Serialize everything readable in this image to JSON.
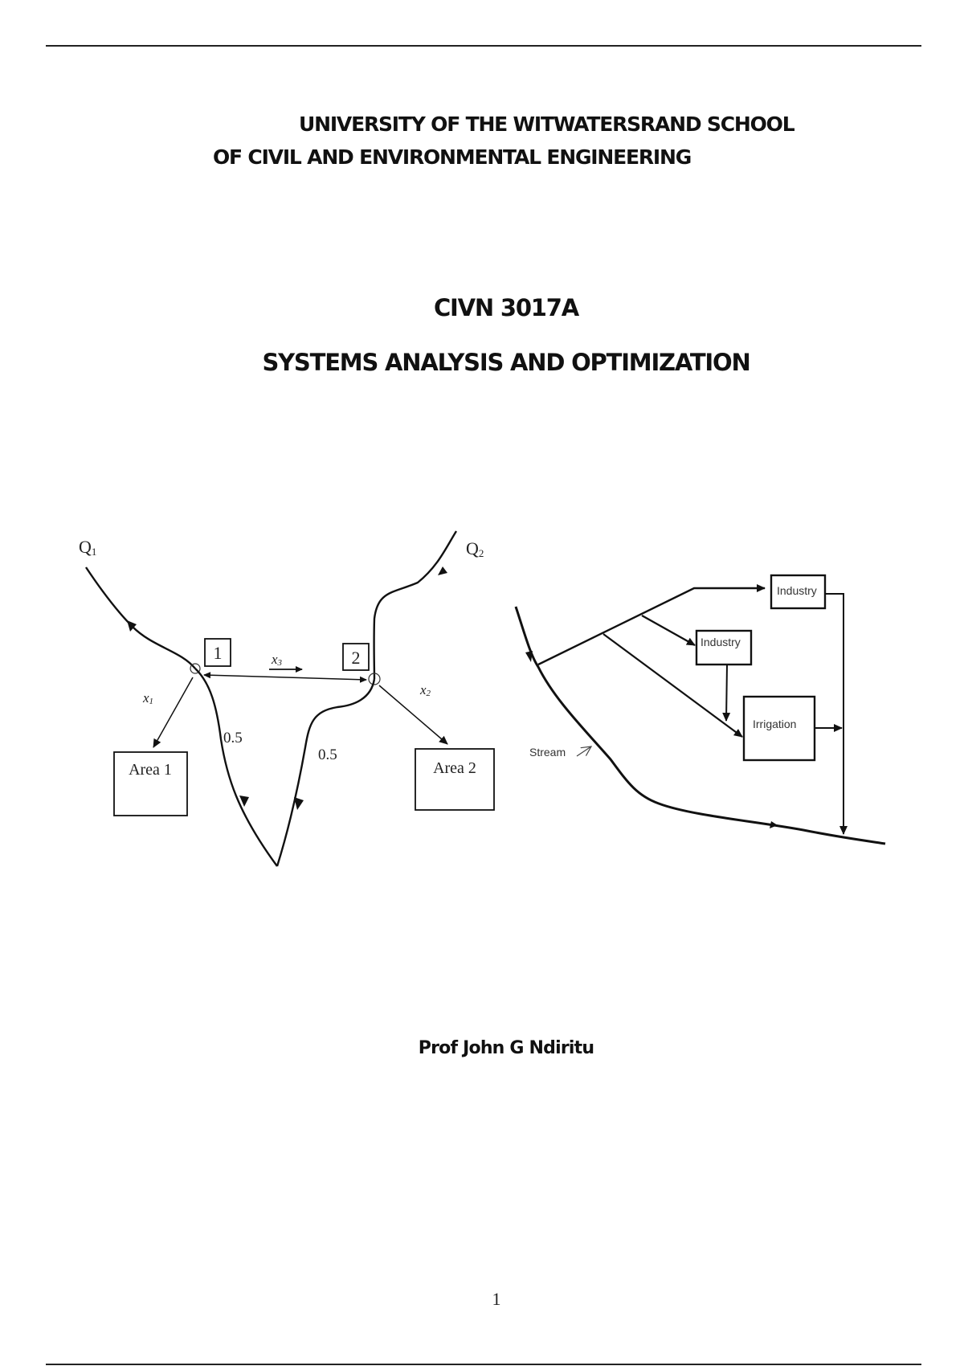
{
  "header": {
    "institution_line1": "UNIVERSITY OF THE WITWATERSRAND SCHOOL",
    "institution_line2": "OF CIVIL AND ENVIRONMENTAL ENGINEERING"
  },
  "course": {
    "code": "CIVN 3017A",
    "title": "SYSTEMS ANALYSIS AND OPTIMIZATION"
  },
  "figure_left": {
    "inflow1_label": "Q",
    "inflow1_sub": "1",
    "inflow2_label": "Q",
    "inflow2_sub": "2",
    "node1_label": "1",
    "node2_label": "2",
    "x1_label": "x",
    "x1_sub": "1",
    "x2_label": "x",
    "x2_sub": "2",
    "x3_label": "x",
    "x3_sub": "3",
    "fraction_left": "0.5",
    "fraction_right": "0.5",
    "area1_label": "Area 1",
    "area2_label": "Area 2"
  },
  "figure_right": {
    "stream_label": "Stream",
    "industry_top_label": "Industry",
    "industry_mid_label": "Industry",
    "irrigation_label": "Irrigation"
  },
  "author": "Prof John G Ndiritu",
  "page_number": "1"
}
